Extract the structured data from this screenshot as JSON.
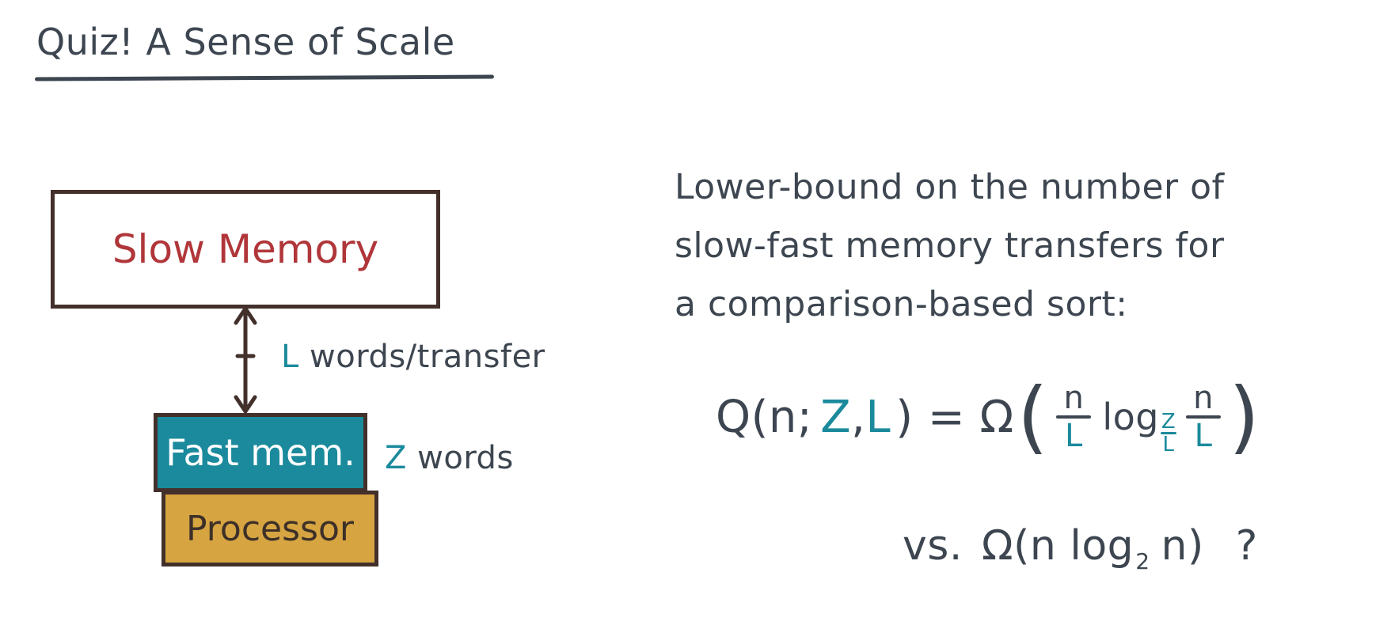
{
  "title": "Quiz! A Sense of Scale",
  "diagram": {
    "slow_memory": "Slow Memory",
    "fast_memory": "Fast mem.",
    "processor": "Processor",
    "transfer_var": "L",
    "transfer_text": "words/transfer",
    "size_var": "Z",
    "size_text": "words"
  },
  "question": {
    "line1": "Lower-bound on the number of",
    "line2": "slow-fast memory transfers for",
    "line3": "a comparison-based sort:"
  },
  "formula": {
    "lhs": "Q(n;",
    "z": "Z",
    "comma": ",",
    "l": "L",
    "close_eq": ") = Ω",
    "frac_num": "n",
    "frac_den": "L",
    "log": "log",
    "base_num": "Z",
    "base_den": "L"
  },
  "comparison": {
    "vs": "vs.",
    "omega_open": "Ω(n log",
    "base": "2",
    "close": "n)",
    "question_mark": "?"
  },
  "colors": {
    "ink": "#3d4650",
    "teal": "#1b8a9c",
    "red": "#b0363a",
    "gold": "#d6a441",
    "border": "#43302b"
  }
}
